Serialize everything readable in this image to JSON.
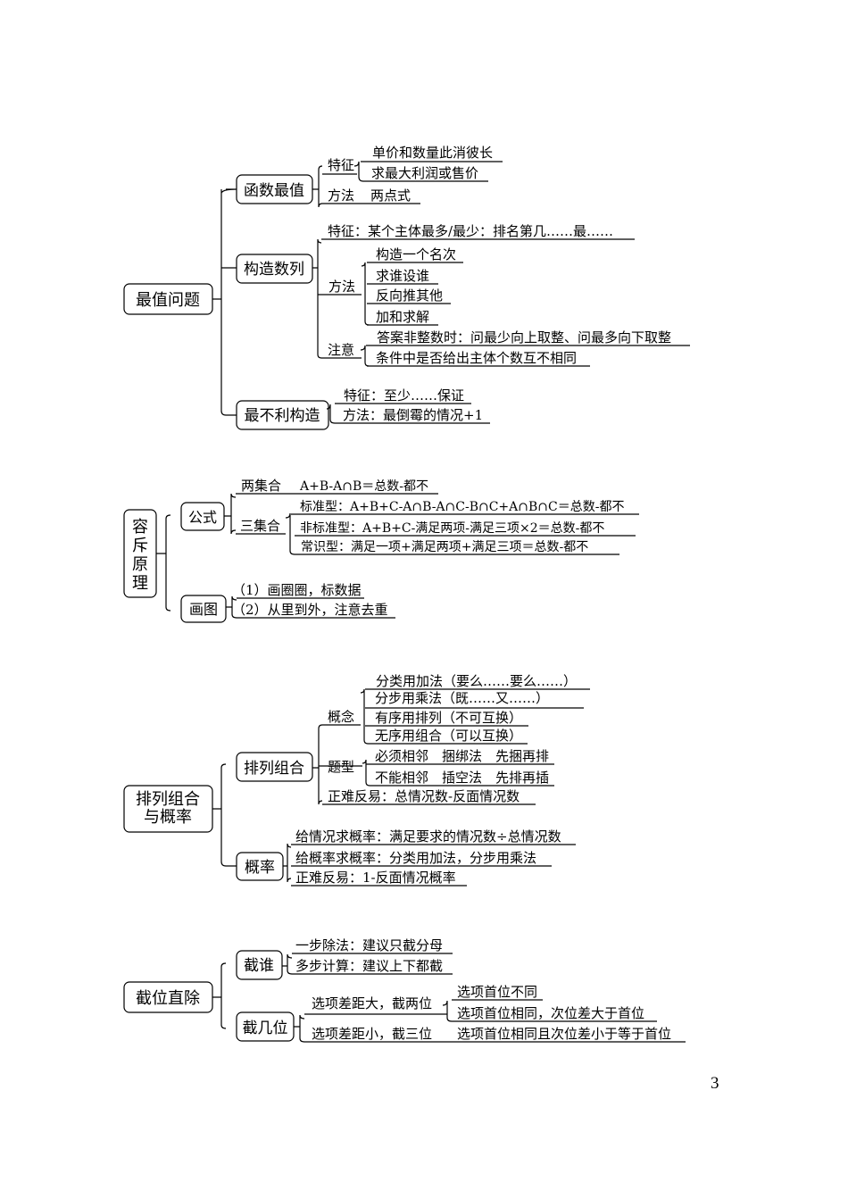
{
  "page_number": "3",
  "maps": [
    {
      "root": "最值问题",
      "branches": [
        {
          "label": "函数最值",
          "children": [
            {
              "label": "特征",
              "items": [
                "单价和数量此消彼长",
                "求最大利润或售价"
              ]
            },
            {
              "label": "方法",
              "items": [
                "两点式"
              ]
            }
          ]
        },
        {
          "label": "构造数列",
          "children": [
            {
              "label": "特征：某个主体最多/最少：排名第几……最……",
              "items": []
            },
            {
              "label": "方法",
              "items": [
                "构造一个名次",
                "求谁设谁",
                "反向推其他",
                "加和求解"
              ]
            },
            {
              "label": "注意",
              "items": [
                "答案非整数时：问最少向上取整、问最多向下取整",
                "条件中是否给出主体个数互不相同"
              ]
            }
          ]
        },
        {
          "label": "最不利构造",
          "children": [
            {
              "label": "特征：至少……保证",
              "items": []
            },
            {
              "label": "方法：最倒霉的情况+1",
              "items": []
            }
          ]
        }
      ]
    },
    {
      "root": "容斥原理",
      "branches": [
        {
          "label": "公式",
          "children": [
            {
              "label": "两集合",
              "items": [
                "A+B-A∩B＝总数-都不"
              ]
            },
            {
              "label": "三集合",
              "items": [
                "标准型：A+B+C-A∩B-A∩C-B∩C+A∩B∩C＝总数-都不",
                "非标准型：A+B+C-满足两项-满足三项×2＝总数-都不",
                "常识型：满足一项+满足两项+满足三项＝总数-都不"
              ]
            }
          ]
        },
        {
          "label": "画图",
          "children": [
            {
              "label": "（1）画圈圈，标数据",
              "items": []
            },
            {
              "label": "（2）从里到外，注意去重",
              "items": []
            }
          ]
        }
      ]
    },
    {
      "root": "排列组合与概率",
      "branches": [
        {
          "label": "排列组合",
          "children": [
            {
              "label": "概念",
              "items": [
                "分类用加法（要么……要么……）",
                "分步用乘法（既……又……）",
                "有序用排列（不可互换）",
                "无序用组合（可以互换）"
              ]
            },
            {
              "label": "题型",
              "items": [
                "必须相邻　捆绑法　先捆再排",
                "不能相邻　插空法　先排再插"
              ]
            },
            {
              "label": "正难反易：总情况数-反面情况数",
              "items": []
            }
          ]
        },
        {
          "label": "概率",
          "children": [
            {
              "label": "给情况求概率：满足要求的情况数÷总情况数",
              "items": []
            },
            {
              "label": "给概率求概率：分类用加法，分步用乘法",
              "items": []
            },
            {
              "label": "正难反易：1-反面情况概率",
              "items": []
            }
          ]
        }
      ]
    },
    {
      "root": "截位直除",
      "branches": [
        {
          "label": "截谁",
          "children": [
            {
              "label": "一步除法：建议只截分母",
              "items": []
            },
            {
              "label": "多步计算：建议上下都截",
              "items": []
            }
          ]
        },
        {
          "label": "截几位",
          "children": [
            {
              "label": "选项差距大，截两位",
              "items": [
                "选项首位不同",
                "选项首位相同，次位差大于首位"
              ]
            },
            {
              "label": "选项差距小，截三位",
              "items": [
                "选项首位相同且次位差小于等于首位"
              ]
            }
          ]
        }
      ]
    }
  ]
}
